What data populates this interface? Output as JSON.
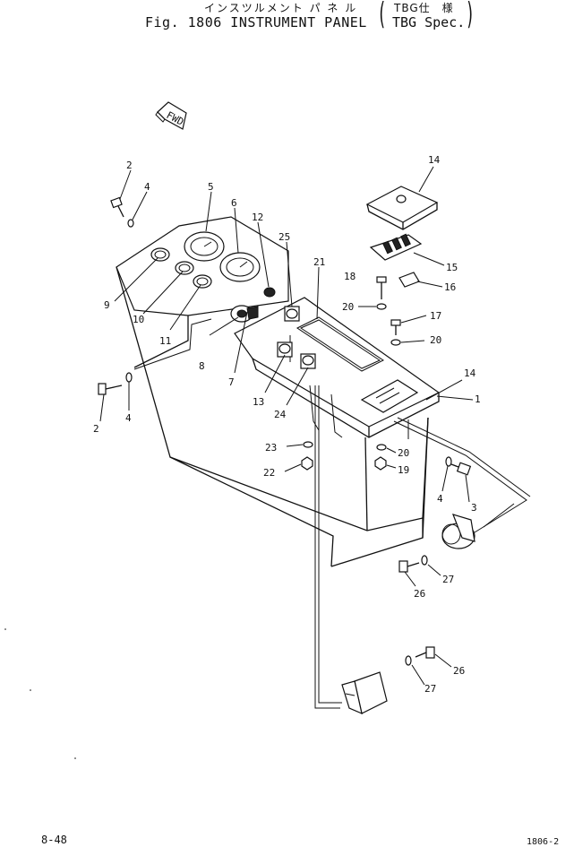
{
  "header": {
    "title_jp": "インスツルメント パ ネ ル",
    "title_jp_spec": "TBG仕　様",
    "title_en": "Fig. 1806 INSTRUMENT PANEL",
    "title_en_spec": "TBG Spec."
  },
  "fwd_label": "FWD",
  "callouts": {
    "c1": "1",
    "c2a": "2",
    "c2b": "2",
    "c3": "3",
    "c4a": "4",
    "c4b": "4",
    "c4c": "4",
    "c5": "5",
    "c6": "6",
    "c7": "7",
    "c8": "8",
    "c9": "9",
    "c10": "10",
    "c11": "11",
    "c12": "12",
    "c13": "13",
    "c14a": "14",
    "c14b": "14",
    "c15": "15",
    "c16": "16",
    "c17": "17",
    "c18": "18",
    "c19": "19",
    "c20a": "20",
    "c20b": "20",
    "c20c": "20",
    "c21": "21",
    "c22": "22",
    "c23": "23",
    "c24": "24",
    "c25": "25",
    "c26a": "26",
    "c26b": "26",
    "c27a": "27",
    "c27b": "27"
  },
  "footer": {
    "page_id": "8-48",
    "page_id_right": "1806-2"
  }
}
